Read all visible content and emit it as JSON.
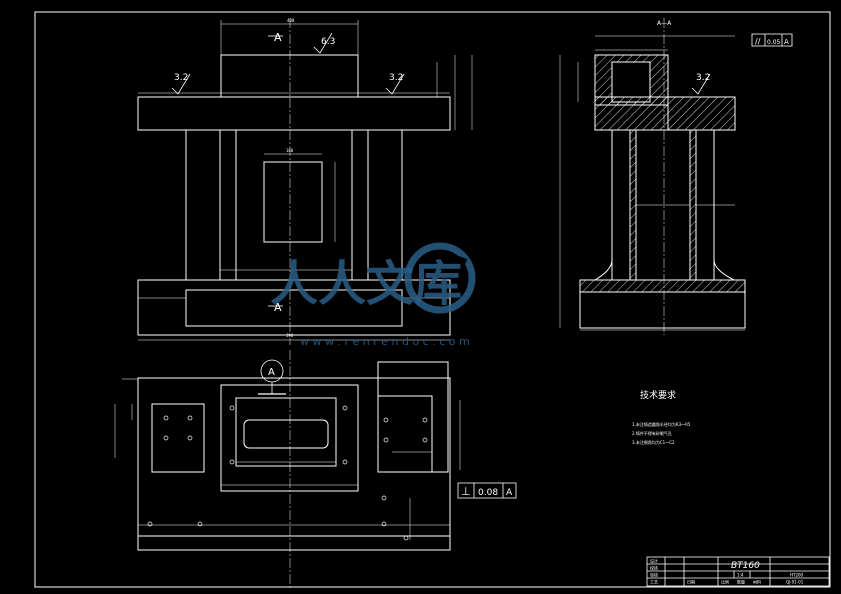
{
  "views": {
    "front_section_label": "A",
    "front_section_label_bottom": "A",
    "side_section_title": "A—A",
    "top_view_datum": "A"
  },
  "roughness": {
    "front_top": "6.3",
    "front_left": "3.2",
    "front_right": "3.2",
    "side_right": "3.2"
  },
  "tolerances": {
    "parallelism": {
      "symbol": "//",
      "value": "0.05",
      "datum": "A"
    },
    "perpendicularity": {
      "symbol": "⊥",
      "value": "0.08",
      "datum": "A"
    }
  },
  "technical_requirements": {
    "title": "技术要求",
    "items": [
      "1.未注铸造圆角半径均为R3～R5",
      "2.铸件不得有砂眼气孔",
      "3.未注倒角均为C1～C2"
    ]
  },
  "title_block": {
    "drawing_name": "BT160",
    "row_labels": [
      "设计",
      "校核",
      "审核",
      "工艺"
    ],
    "mid_labels": [
      "比例",
      "数量",
      "材料"
    ],
    "scale": "1:4",
    "material": "HT200",
    "drawing_no": "QJ-01-01",
    "bottom_left": "日期"
  },
  "watermark": {
    "text": "人人文库",
    "url": "w w w . r e n r e n d o c . c o m"
  },
  "colors": {
    "background": "#000000",
    "lines": "#ffffff",
    "watermark": "#2a5d86"
  }
}
